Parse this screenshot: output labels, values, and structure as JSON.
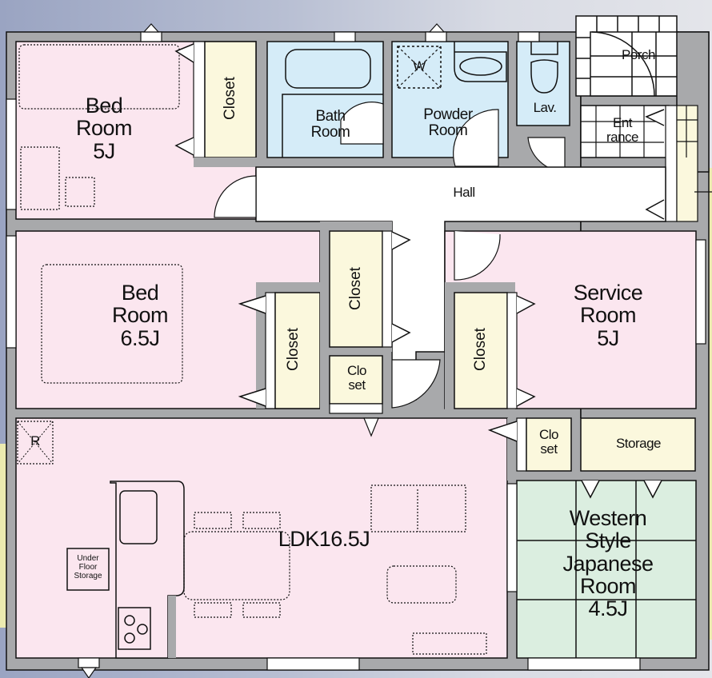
{
  "plan": {
    "colors": {
      "wall": "#a8a9ab",
      "bedroom": "#fbe6ef",
      "wet_area": "#d5ecf8",
      "closet": "#fbf8dd",
      "japanese_room": "#dbeee0",
      "hall": "#ffffff",
      "background_left": "#9aa4c2",
      "background_right": "#e4e5ea"
    },
    "rooms": {
      "bedroom1": {
        "label": "Bed\nRoom\n5J"
      },
      "bedroom2": {
        "label": "Bed\nRoom\n6.5J"
      },
      "service_room": {
        "label": "Service\nRoom\n5J"
      },
      "ldk": {
        "label": "LDK16.5J"
      },
      "japanese_room": {
        "label": "Western\nStyle\nJapanese\nRoom\n4.5J"
      },
      "bath_room": {
        "label": "Bath\nRoom"
      },
      "powder_room": {
        "label": "Powder\nRoom"
      },
      "lav": {
        "label": "Lav."
      },
      "porch": {
        "label": "Porch"
      },
      "entrance": {
        "label": "Ent\nrance"
      },
      "hall": {
        "label": "Hall"
      }
    },
    "storage": {
      "closet_bed1": {
        "label": "Closet"
      },
      "closet_bed2": {
        "label": "Closet"
      },
      "closet_hall": {
        "label": "Closet"
      },
      "closet_small_hall": {
        "label": "Clo\nset"
      },
      "closet_service": {
        "label": "Closet"
      },
      "closet_small_ldk": {
        "label": "Clo\nset"
      },
      "storage": {
        "label": "Storage"
      },
      "under_floor_storage": {
        "label": "Under\nFloor\nStorage"
      }
    },
    "fixtures": {
      "washer": {
        "label": "W"
      },
      "fridge": {
        "label": "R"
      }
    }
  }
}
